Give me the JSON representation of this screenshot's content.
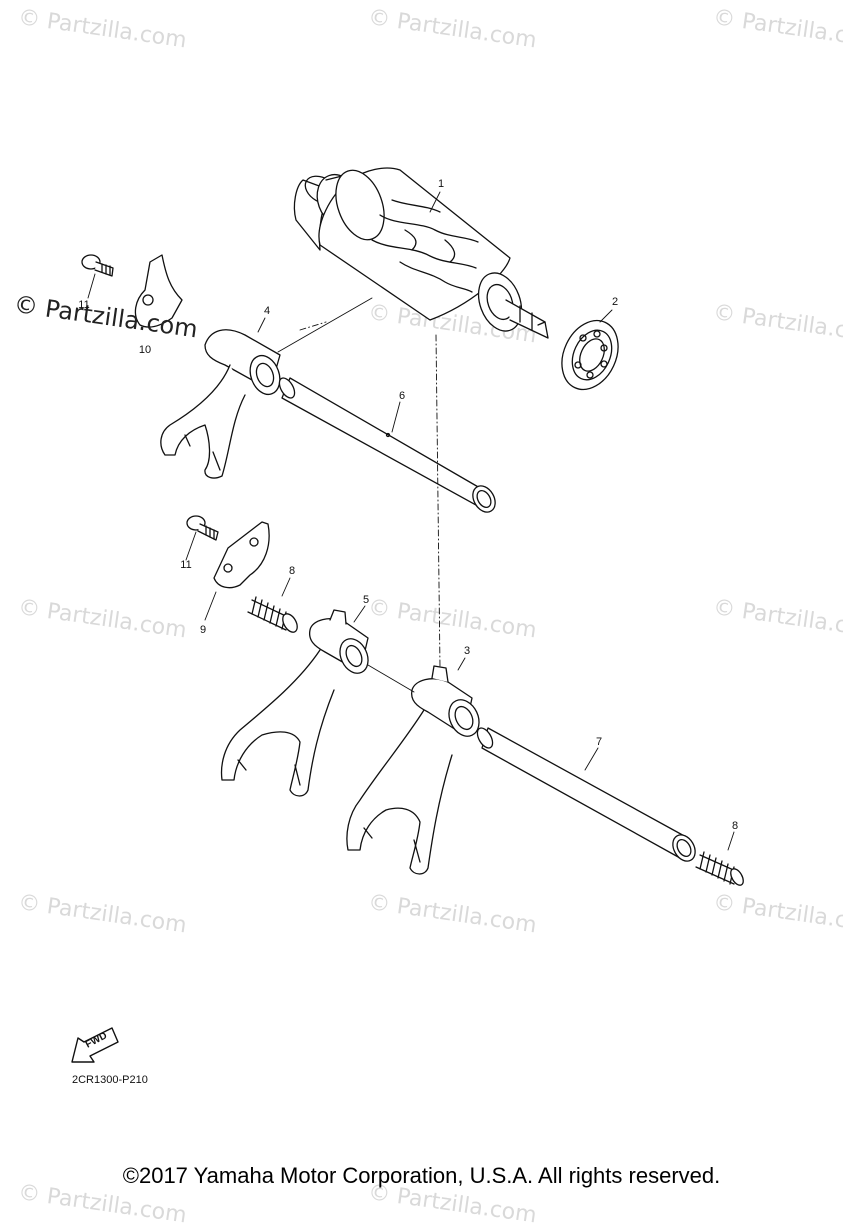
{
  "watermark": {
    "text": "© Partzilla.com",
    "faint_text": "© Partzilla.com"
  },
  "callouts": {
    "c1": "1",
    "c2": "2",
    "c3": "3",
    "c4": "4",
    "c5": "5",
    "c6": "6",
    "c7": "7",
    "c8a": "8",
    "c8b": "8",
    "c9": "9",
    "c10": "10",
    "c11a": "11",
    "c11b": "11"
  },
  "fwd_label": "FWD",
  "part_code": "2CR1300-P210",
  "copyright": "©2017 Yamaha Motor Corporation, U.S.A. All rights reserved.",
  "colors": {
    "line": "#111111",
    "watermark": "#d9d9d9"
  }
}
